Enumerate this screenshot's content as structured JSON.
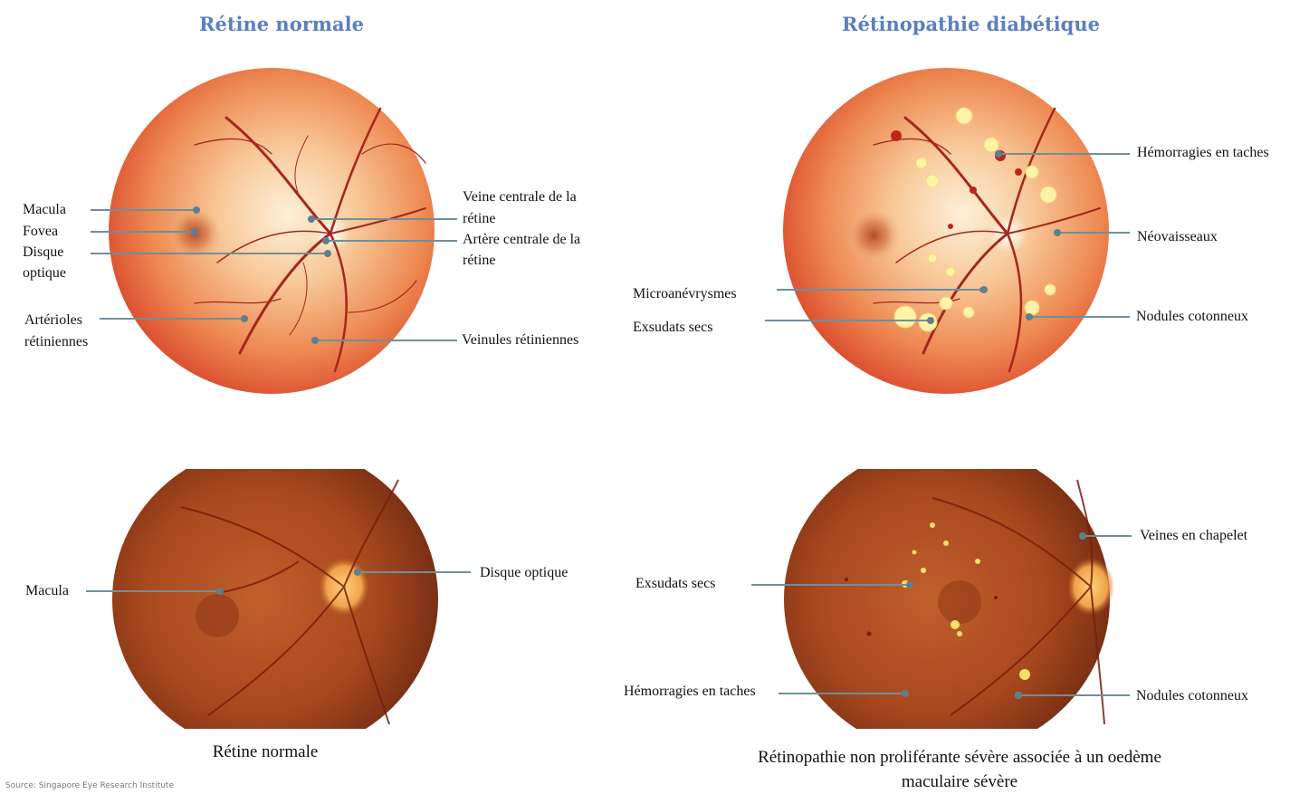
{
  "headings": {
    "normal": "Rétine normale",
    "diabetic": "Rétinopathie diabétique"
  },
  "labels": {
    "tl": {
      "macula": "Macula",
      "fovea": "Fovea",
      "disque1": "Disque",
      "disque2": "optique",
      "arterioles1": "Artérioles",
      "arterioles2": "rétiniennes",
      "veine1": "Veine centrale de la",
      "veine2": "rétine",
      "artere1": "Artère centrale de la",
      "artere2": "rétine",
      "veinules": "Veinules rétiniennes"
    },
    "tr": {
      "hemorragies": "Hémorragies en taches",
      "neovaisseaux": "Néovaisseaux",
      "microanevrysmes": "Microanévrysmes",
      "exsudats": "Exsudats secs",
      "nodules": "Nodules cotonneux"
    },
    "bl": {
      "macula": "Macula",
      "disque": "Disque optique"
    },
    "br": {
      "veines": "Veines en chapelet",
      "exsudats": "Exsudats secs",
      "hemorragies": "Hémorragies en taches",
      "nodules": "Nodules cotonneux"
    }
  },
  "captions": {
    "bl": "Rétine normale",
    "br_line1": "Rétinopathie non proliférante sévère associée à un oedème",
    "br_line2": "maculaire sévère"
  },
  "source": "Source: Singapore Eye Research Institute",
  "colors": {
    "heading": "#5b7fbf",
    "leader": "#6f8f9c",
    "vessel": "#a5271c",
    "exudate": "#fff3a8"
  }
}
